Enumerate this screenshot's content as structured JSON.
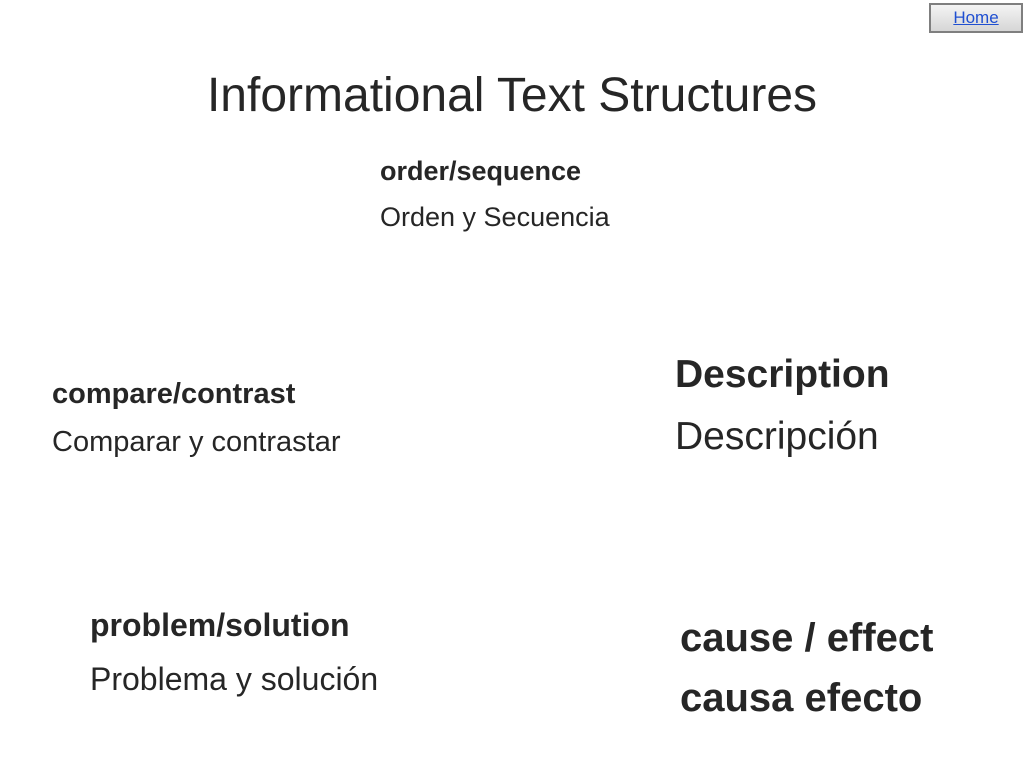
{
  "nav": {
    "home_label": "Home"
  },
  "slide": {
    "title": "Informational Text Structures",
    "structures": {
      "order": {
        "en": "order/sequence",
        "es": "Orden y Secuencia"
      },
      "compare": {
        "en": "compare/contrast",
        "es": "Comparar y contrastar"
      },
      "description": {
        "en": "Description",
        "es": "Descripción"
      },
      "problem": {
        "en": "problem/solution",
        "es": "Problema y solución"
      },
      "cause": {
        "en": "cause / effect",
        "es": "causa efecto"
      }
    }
  },
  "colors": {
    "text": "#262626",
    "link": "#1f4fd1",
    "button_border": "#7f7f7f"
  }
}
